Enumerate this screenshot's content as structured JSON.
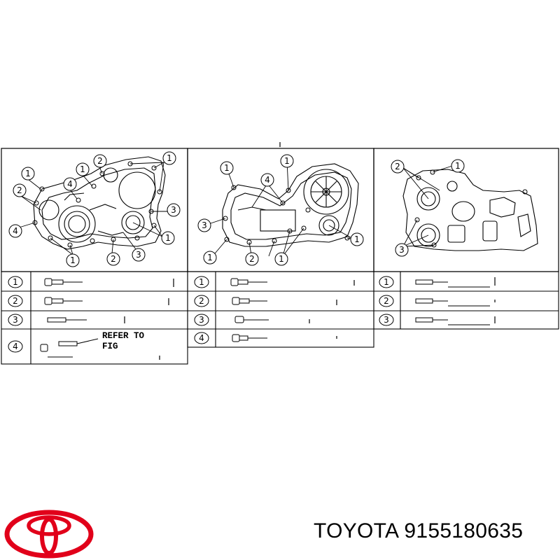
{
  "reference_note": [
    "REFER TO",
    "FIG"
  ],
  "callout_labels": [
    "1",
    "2",
    "3",
    "4"
  ],
  "brand": {
    "name": "TOYOTA",
    "part_number": "9155180635",
    "logo_color": "#e1001a"
  },
  "panels": [
    {
      "id": "left",
      "rows": [
        "1",
        "2",
        "3",
        "4"
      ]
    },
    {
      "id": "middle",
      "rows": [
        "1",
        "2",
        "3",
        "4"
      ]
    },
    {
      "id": "right",
      "rows": [
        "1",
        "2",
        "3"
      ]
    }
  ]
}
